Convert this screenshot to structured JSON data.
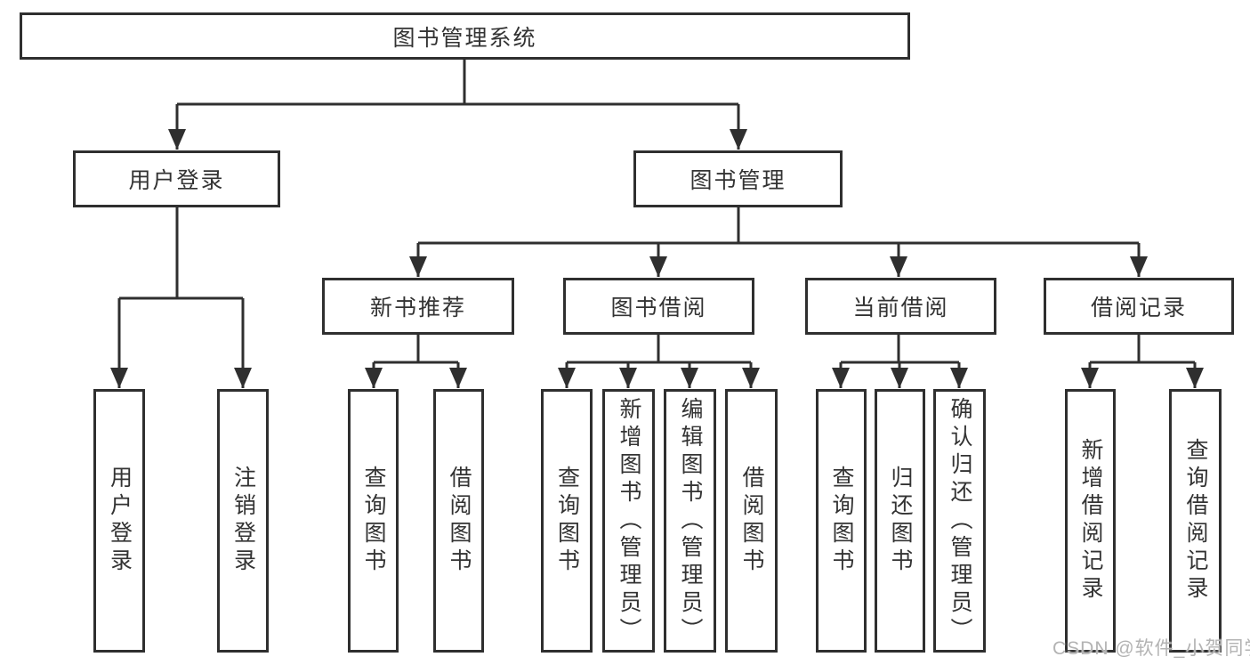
{
  "diagram": {
    "root": "图书管理系统",
    "level2": {
      "user_login": "用户登录",
      "book_management": "图书管理"
    },
    "level3": {
      "new_book_recommend": "新书推荐",
      "book_borrowing": "图书借阅",
      "current_borrowing": "当前借阅",
      "borrowing_records": "借阅记录"
    },
    "leaves": {
      "user_login": "用户登录",
      "logout": "注销登录",
      "newbook_query_books": "查询图书",
      "newbook_borrow_books": "借阅图书",
      "borrow_query_books": "查询图书",
      "borrow_add_books_admin": "新增图书（管理员）",
      "borrow_edit_books_admin": "编辑图书（管理员）",
      "borrow_borrow_books": "借阅图书",
      "current_query_books": "查询图书",
      "current_return_books": "归还图书",
      "current_confirm_return_admin": "确认归还（管理员）",
      "records_add_borrow_record": "新增借阅记录",
      "records_query_borrow_record": "查询借阅记录"
    },
    "watermark": "CSDN @软件_小贺同学",
    "colors": {
      "line": "#2f2f2f",
      "text": "#333333",
      "watermark": "#b3b3b3",
      "background": "#ffffff"
    }
  }
}
